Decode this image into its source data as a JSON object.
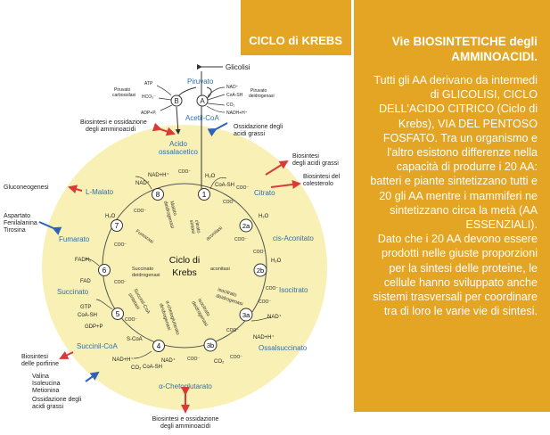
{
  "header": {
    "title": "CICLO di KREBS"
  },
  "panel": {
    "title": "Vie BIOSINTETICHE degli AMMINOACIDI.",
    "paragraph1": "Tutti gli AA derivano da intermedi di GLICOLISI, CICLO DELL'ACIDO CITRICO (Ciclo di Krebs), VIA DEL PENTOSO FOSFATO. Tra un organismo e l'altro esistono differenze nella capacità di produrre i 20 AA: batteri e piante sintetizzano tutti e 20 gli AA mentre i mammiferi ne sintetizzano circa la metà (AA ESSENZIALI).",
    "paragraph2": "Dato che i 20 AA devono essere prodotti nelle giuste proporzioni per la sintesi delle proteine, le cellule hanno sviluppato anche sistemi trasversali per coordinare tra di loro le varie vie di sintesi."
  },
  "diagram": {
    "center_title": "Ciclo di",
    "center_title2": "Krebs",
    "colors": {
      "circle": "#f8f0b4",
      "blue_label": "#2d6fb5",
      "red_arrow": "#d83a3a",
      "blue_arrow": "#2f62b8"
    },
    "top": {
      "glicolisi": "Glicolisi",
      "piruvato": "Piruvato",
      "acetil_coa": "Acetil-CoA",
      "node_b": "B",
      "node_a": "A",
      "atp": "ATP",
      "hco3": "HCO₃⁻",
      "adp_pi": "ADP+Pᵢ",
      "piruvato_carbossilasi_1": "Piruvato",
      "piruvato_carbossilasi_2": "carbossilasi",
      "nad_plus": "NAD⁺",
      "coa_sh": "CoA-SH",
      "co2": "CO₂",
      "nadh": "NADH+H⁺",
      "piruvato_deidrogenasi_1": "Piruvato",
      "piruvato_deidrogenasi_2": "deidrogenasi"
    },
    "intermediates": {
      "acido_ossalacetico_1": "Acido",
      "acido_ossalacetico_2": "ossalacetico",
      "citrato": "Citrato",
      "cis_aconitato": "cis-Aconitato",
      "isocitrato": "Isocitrato",
      "ossalsuccinato": "Ossalsuccinato",
      "chetoglutarato": "α-Chetoglutarato",
      "succinil_coa": "Succinil-CoA",
      "succinato": "Succinato",
      "fumarato": "Fumarato",
      "l_malato": "L-Malato"
    },
    "steps": [
      "1",
      "2a",
      "2b",
      "3a",
      "3b",
      "4",
      "5",
      "6",
      "7",
      "8"
    ],
    "cofactors": {
      "h2o_1": "H₂O",
      "coa_sh_1": "CoA-SH",
      "nadh_8": "NAD+H⁺",
      "nad_8": "NAD⁺",
      "h2o_2a": "H₂O",
      "h2o_2b": "H₂O",
      "nad_3a": "NAD⁺",
      "nadh_3a": "NAD+H⁺",
      "co2_3b": "CO₂",
      "nadh_4": "NAD+H⁺",
      "co2_4": "CO₂",
      "nad_4": "NAD⁺",
      "coa_sh_4": "CoA-SH",
      "gtp_5": "GTP",
      "coa_sh_5": "CoA-SH",
      "gdp_5": "GDP+P",
      "s_coa": "S-CoA",
      "fadh2": "FADH₂",
      "fad": "FAD",
      "h2o_7": "H₂O"
    },
    "enzymes": {
      "citrato_sintasi_1": "citrato",
      "citrato_sintasi_2": "sintasi",
      "aconitasi_1": "aconitasi",
      "aconitasi_2": "aconitasi",
      "isocitrato_deidrogenasi_1": "isocitrato",
      "isocitrato_deidrogenasi_2": "deidrogenasi",
      "isocitrato_deidrogenasi_3": "isocitrato",
      "isocitrato_deidrogenasi_4": "deidrogenasi",
      "chetoglutarato_deidrogenasi_1": "α-chetoglutarato",
      "chetoglutarato_deidrogenasi_2": "deidrogenasi",
      "succinil_coa_sintetasi_1": "Succinil-CoA",
      "succinil_coa_sintetasi_2": "sintetasi",
      "succinato_deidrogenasi_1": "Succinato",
      "succinato_deidrogenasi_2": "deidrogenasi",
      "fumarasi": "Fumarasi",
      "malato_deidrogenasi_1": "Malato",
      "malato_deidrogenasi_2": "deidrogenasi"
    },
    "side": {
      "bio_ossidazione_top_1": "Biosintesi e ossidazione",
      "bio_ossidazione_top_2": "degli amminoacidi",
      "ossidazione_grassi_top_1": "Ossidazione degli",
      "ossidazione_grassi_top_2": "acidi grassi",
      "bio_grassi_1": "Biosintesi",
      "bio_grassi_2": "degli acidi grassi",
      "bio_colesterolo_1": "Biosintesi del",
      "bio_colesterolo_2": "colesterolo",
      "gluconeogenesi": "Gluconeogenesi",
      "aspartato": "Aspartato",
      "fenilalanina": "Fenilalanina",
      "tirosina": "Tirosina",
      "bio_porfirine_1": "Biosintesi",
      "bio_porfirine_2": "delle porfirine",
      "valina": "Valina",
      "isoleucina": "Isoleucina",
      "metionina": "Metionina",
      "ossidazione_grassi_bottom_1": "Ossidazione degli",
      "ossidazione_grassi_bottom_2": "acidi grassi",
      "bio_ossidazione_bottom_1": "Biosintesi e ossidazione",
      "bio_ossidazione_bottom_2": "degli amminoacidi"
    },
    "coo": "COO⁻"
  }
}
